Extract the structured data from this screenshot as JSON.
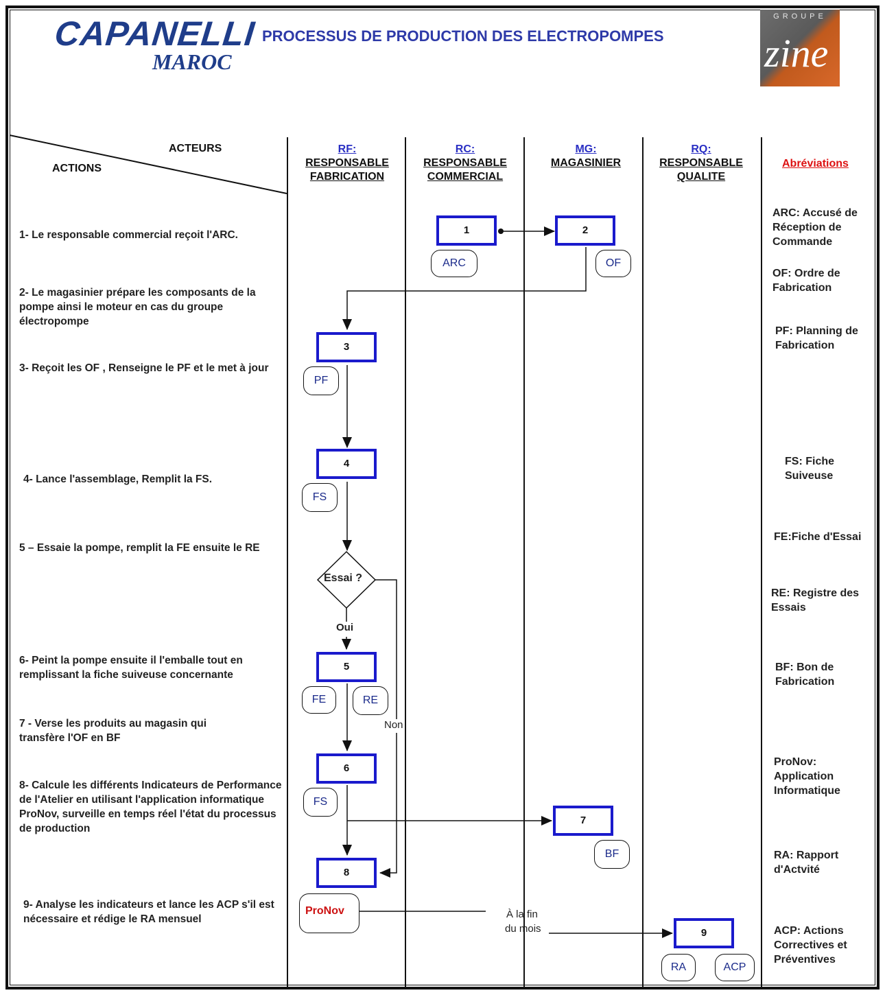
{
  "header": {
    "logo_main": "CAPANELLI",
    "logo_sub": "MAROC",
    "title": "PROCESSUS DE PRODUCTION DES ELECTROPOMPES",
    "group_logo_top": "GROUPE",
    "group_logo_script": "zine"
  },
  "table_header": {
    "acteurs": "ACTEURS",
    "actions": "ACTIONS",
    "actors": [
      {
        "code": "RF:",
        "role_line1": "RESPONSABLE",
        "role_line2": "FABRICATION"
      },
      {
        "code": "RC:",
        "role_line1": "RESPONSABLE",
        "role_line2": "COMMERCIAL"
      },
      {
        "code": "MG:",
        "role_line1": "MAGASINIER",
        "role_line2": ""
      },
      {
        "code": "RQ:",
        "role_line1": "RESPONSABLE",
        "role_line2": "QUALITE"
      }
    ],
    "abbreviations_title": "Abréviations"
  },
  "actions": [
    "1- Le responsable commercial reçoit l'ARC.",
    "2- Le magasinier prépare les composants de la pompe ainsi le moteur en cas du groupe électropompe",
    "3- Reçoit les OF , Renseigne le PF et le met à jour",
    "4- Lance l'assemblage, Remplit la FS.",
    "5 – Essaie la pompe, remplit la FE ensuite le RE",
    "6- Peint la pompe ensuite il l'emballe tout en remplissant la fiche suiveuse concernante",
    "7 - Verse les produits au magasin qui transfère l'OF en BF",
    "8- Calcule les différents Indicateurs de Performance de l'Atelier en utilisant l'application informatique ProNov, surveille en temps réel l'état du processus de production",
    "9- Analyse les indicateurs et lance les ACP s'il est nécessaire et rédige le RA mensuel"
  ],
  "abbreviations": [
    "ARC: Accusé de Réception de Commande",
    "OF: Ordre de Fabrication",
    "PF: Planning de Fabrication",
    "FS: Fiche Suiveuse",
    "FE:Fiche d'Essai",
    "RE: Registre des Essais",
    "BF: Bon de Fabrication",
    "ProNov: Application Informatique",
    "RA: Rapport d'Actvité",
    "ACP: Actions Correctives et Préventives"
  ],
  "flow": {
    "steps": [
      "1",
      "2",
      "3",
      "4",
      "5",
      "6",
      "7",
      "8",
      "9"
    ],
    "docs": [
      "ARC",
      "OF",
      "PF",
      "FS",
      "FE",
      "RE",
      "FS",
      "BF",
      "ProNov",
      "RA",
      "ACP"
    ],
    "decision": "Essai ?",
    "yes": "Oui",
    "no": "Non",
    "end_of_month_1": "À la fin",
    "end_of_month_2": "du mois"
  },
  "colors": {
    "title": "#2e3aa8",
    "box_border": "#1a1acc",
    "abbr_title": "#dd1111",
    "pronov": "#cc1111"
  }
}
